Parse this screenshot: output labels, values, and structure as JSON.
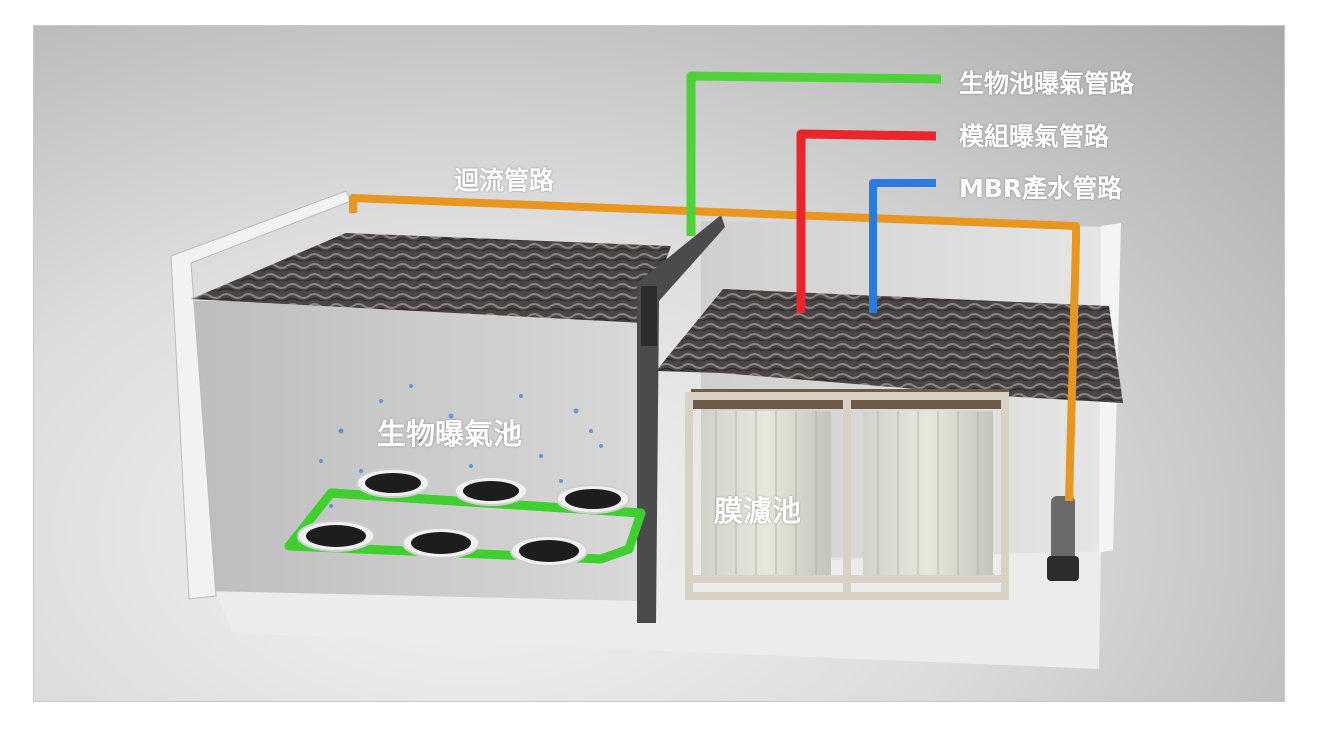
{
  "labels": {
    "bio_aeration_pipe": "生物池曝氣管路",
    "module_aeration_pipe": "模組曝氣管路",
    "mbr_permeate_pipe": "MBR產水管路",
    "return_pipe": "迴流管路",
    "bio_aeration_tank": "生物曝氣池",
    "membrane_tank": "膜濾池"
  },
  "colors": {
    "bio_aeration_pipe": "#4fd13a",
    "module_aeration_pipe": "#e8262c",
    "mbr_permeate_pipe": "#2a7be0",
    "return_pipe": "#e8961e"
  }
}
